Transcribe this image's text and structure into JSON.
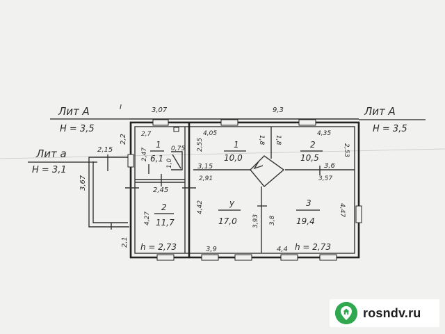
{
  "labels": {
    "lit_a1": "Лит А",
    "lit_a1_sup": "I",
    "lit_a1_h": "H = 3,5",
    "lit_a": "Лит А",
    "lit_a_h": "H = 3,5",
    "lit_a_small": "Лит а",
    "lit_a_small_h": "H = 3,1"
  },
  "dimensions": {
    "top_left": "3,07",
    "top_main": "9,3",
    "annex_top": "2,15",
    "annex_side_a": "2,2",
    "annex_left": "3,67",
    "annex_bottom": "2,1",
    "room1s_top": "2,7",
    "room1s_side": "2,47",
    "room1s_inner": "0,75",
    "room1s_inner2": "1,0",
    "mid_left": "2,45",
    "r2s_side": "4,27",
    "r1_top": "4,05",
    "r1_left": "2,55",
    "r1_side": "1,8",
    "r1_bottom": "3,15",
    "r1_bottom2": "2,91",
    "r2_top": "4,35",
    "r2_side": "1,8",
    "r2_right": "2,53",
    "r2_bottom": "3,6",
    "r2_bottom2": "3,57",
    "ry_left": "4,42",
    "ry_right": "3,93",
    "r3_left": "3,8",
    "r3_right": "4,47",
    "bottom_y": "3,9",
    "bottom_3": "4,4",
    "h_left": "h = 2,73",
    "h_right": "h = 2,73"
  },
  "rooms": [
    {
      "num": "1",
      "area": "6,1"
    },
    {
      "num": "2",
      "area": "11,7"
    },
    {
      "num": "1",
      "area": "10,0"
    },
    {
      "num": "2",
      "area": "10,5"
    },
    {
      "num": "у",
      "area": "17,0"
    },
    {
      "num": "3",
      "area": "19,4"
    }
  ],
  "brand": {
    "name": "rosndv.ru",
    "icon": "house-pin-icon",
    "color": "#2fa84f"
  }
}
